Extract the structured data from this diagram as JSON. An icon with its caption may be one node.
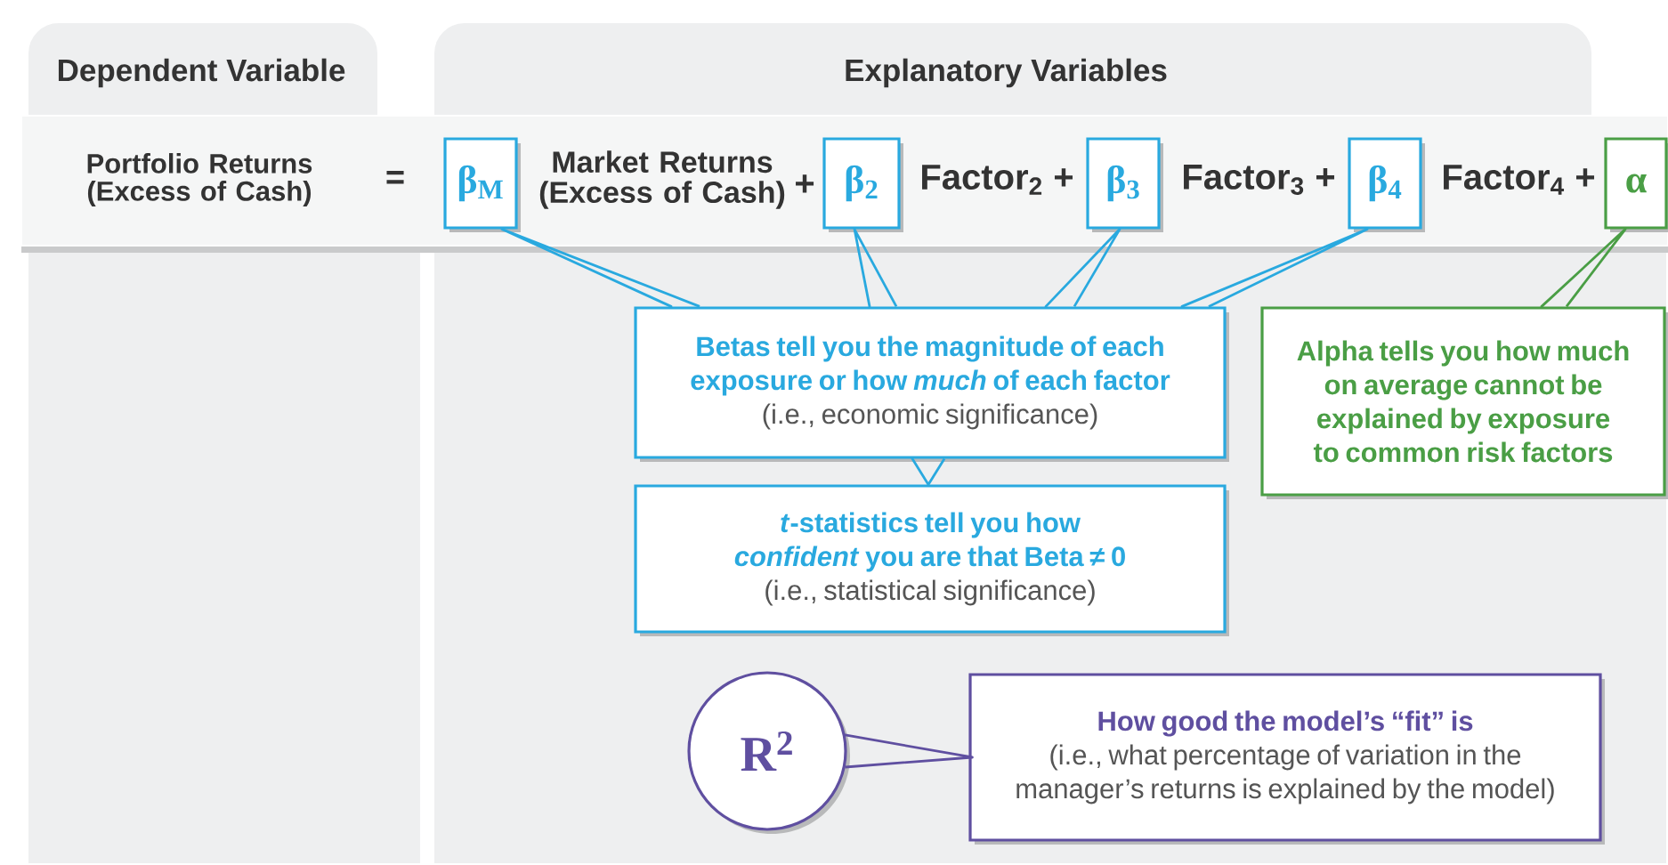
{
  "diagram": {
    "nodes": [
      {
        "text": [
          "Dependent Variable"
        ]
      },
      {
        "text": [
          "Explanatory Variables"
        ]
      },
      {
        "text": [
          "β$_{M}$"
        ],
        "in": 1
      },
      {
        "text": [
          "β$_{2}$"
        ],
        "in": 1
      },
      {
        "text": [
          "β$_{3}$"
        ],
        "in": 1
      },
      {
        "text": [
          "β$_{4}$"
        ],
        "in": 1
      },
      {
        "text": [
          "α"
        ],
        "in": 1
      },
      {
        "text": [
          "Betas tell you the magnitude of each exposure or how *much* of each factor",
          "(i.e., economic significance)"
        ],
        "in": 1
      },
      {
        "text": [
          "*t*-statistics tell you how *confident* you are that Beta ≠ 0",
          "(i.e., statistical significance)"
        ],
        "in": 1
      },
      {
        "text": [
          "Alpha tells you how much on average cannot be explained by exposure to common risk factors"
        ],
        "in": 1
      },
      {
        "text": [
          "R$^{2}$"
        ],
        "in": 1
      },
      {
        "text": [
          "How good the model’s “fit” is",
          "(i.e., what percentage of variation in the manager’s returns is explained by the model)"
        ],
        "in": 1
      }
    ],
    "edges": [
      {
        "from": 7,
        "to": 2,
        "arrow": "none"
      },
      {
        "from": 7,
        "to": 3,
        "arrow": "none"
      },
      {
        "from": 7,
        "to": 4,
        "arrow": "none"
      },
      {
        "from": 7,
        "to": 5,
        "arrow": "none"
      },
      {
        "from": 7,
        "to": 8,
        "arrow": "none"
      },
      {
        "from": 9,
        "to": 6,
        "arrow": "none",
        "color": "#4a9e45"
      },
      {
        "from": 10,
        "to": 11,
        "arrow": "none",
        "color": "#5f4fa0"
      }
    ],
    "labels": [
      "Portfolio Returns (Excess of Cash)",
      "=",
      "Market Returns (Excess of Cash)",
      "+",
      "Factor$_{2}$ +",
      "Factor$_{3}$ +",
      "Factor$_{4}$ +"
    ]
  }
}
